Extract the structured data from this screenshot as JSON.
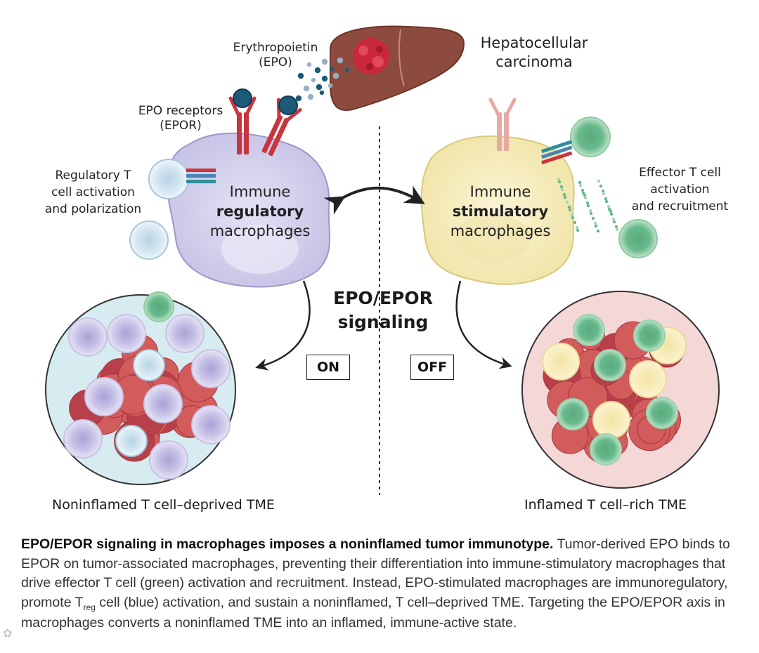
{
  "labels": {
    "epo": [
      "Erythropoietin",
      "(EPO)"
    ],
    "hcc": [
      "Hepatocellular",
      "carcinoma"
    ],
    "epor": [
      "EPO receptors",
      "(EPOR)"
    ],
    "treg": [
      "Regulatory T",
      "cell activation",
      "and polarization"
    ],
    "effector": [
      "Effector T cell",
      "activation",
      "and recruitment"
    ],
    "left_macrophage": {
      "pre": "Immune",
      "bold": "regulatory",
      "post": "macrophages"
    },
    "right_macrophage": {
      "pre": "Immune",
      "bold": "stimulatory",
      "post": "macrophages"
    },
    "center": [
      "EPO/EPOR",
      "signaling"
    ],
    "on": "ON",
    "off": "OFF",
    "left_tme": "Noninflamed T cell–deprived TME",
    "right_tme": "Inflamed T cell–rich TME"
  },
  "caption": {
    "head": "EPO/EPOR signaling in macrophages imposes a noninflamed tumor immunotype.",
    "part1": " Tumor-derived EPO binds to EPOR on tumor-associated macrophages, preventing their differentiation into immune-stimulatory macrophages that drive effector T cell (green) activation and recruitment. Instead, EPO-stimulated macrophages are immunoregulatory, promote T",
    "sub": "reg",
    "part2": " cell (blue) activation, and sustain a noninflamed, T cell–deprived TME. Targeting the EPO/EPOR axis in macrophages converts a noninflamed TME into an inflamed, immune-active state."
  },
  "colors": {
    "liver": "#8b4a3e",
    "tumor": "#c8283a",
    "regulatory_macrophage": "#d9d6ef",
    "stimulatory_macrophage": "#f8f0c4",
    "effector_t": "#5fb88a",
    "treg": "#cfe3ef",
    "tumor_cell": "#d25b5b",
    "left_tme_bg": "#d7ecf1",
    "right_tme_bg": "#f4d7d7"
  }
}
